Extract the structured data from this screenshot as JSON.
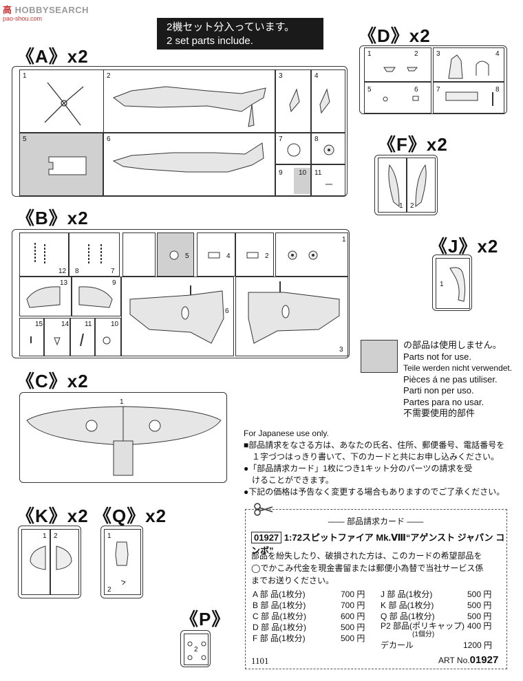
{
  "watermark": {
    "brand_a": "HOBBY",
    "brand_b": "SEARCH",
    "logo_char": "高",
    "url": "pao-shou.com"
  },
  "banner": {
    "line1": "2機セット分入っています。",
    "line2": "2 set parts include."
  },
  "sprues": {
    "A": {
      "title": "《A》x2",
      "numbers": [
        "1",
        "2",
        "3",
        "4",
        "5",
        "6",
        "7",
        "8",
        "9",
        "10",
        "11"
      ]
    },
    "B": {
      "title": "《B》x2",
      "numbers": [
        "12",
        "8",
        "7",
        "5",
        "4",
        "2",
        "1",
        "13",
        "9",
        "6",
        "15",
        "14",
        "11",
        "10",
        "3"
      ]
    },
    "C": {
      "title": "《C》x2",
      "numbers": [
        "1"
      ]
    },
    "D": {
      "title": "《D》x2",
      "numbers": [
        "1",
        "2",
        "3",
        "4",
        "5",
        "6",
        "7",
        "8"
      ]
    },
    "F": {
      "title": "《F》x2",
      "numbers": [
        "1",
        "2"
      ]
    },
    "J": {
      "title": "《J》x2",
      "numbers": [
        "1"
      ]
    },
    "K": {
      "title": "《K》x2",
      "numbers": [
        "1",
        "2"
      ]
    },
    "Q": {
      "title": "《Q》x2",
      "numbers": [
        "1",
        "2"
      ]
    },
    "P": {
      "title": "《P》",
      "numbers": [
        "2"
      ]
    }
  },
  "legend": {
    "lines": [
      "の部品は使用しません。",
      "Parts not for use.",
      "Teile werden nicht verwendet.",
      "Pièces á ne pas utiliser.",
      "Parti non per uso.",
      "Partes para no usar.",
      "不需要使用的部件"
    ]
  },
  "japanese_note": {
    "header": "For Japanese use only.",
    "lines": [
      "■部品請求をなさる方は、あなたの氏名、住所、郵便番号、電話番号を",
      "　１字づつはっきり書いて、下のカードと共にお申し込みください。",
      "●「部品請求カード」1枚につき1キット分のパーツの請求を受",
      "　けることができます。",
      "●下記の価格は予告なく変更する場合もありますのでご了承ください。"
    ]
  },
  "card": {
    "heading": "部品請求カード",
    "code": "01927",
    "product": "1:72スピットファイア Mk.Ⅷ“アゲンスト ジャパン コンボ”",
    "body_lines": [
      "部品を紛失したり、破損された方は、このカードの希望部品を",
      "◯でかこみ代金を現金書留または郵便小為替で当社サービス係",
      "までお送りください。"
    ],
    "left_prices": [
      {
        "label": "A 部 品(1枚分)",
        "price": "700 円"
      },
      {
        "label": "B 部 品(1枚分)",
        "price": "700 円"
      },
      {
        "label": "C 部 品(1枚分)",
        "price": "600 円"
      },
      {
        "label": "D 部 品(1枚分)",
        "price": "500 円"
      },
      {
        "label": "F 部 品(1枚分)",
        "price": "500 円"
      }
    ],
    "right_prices": [
      {
        "label": "J 部 品(1枚分)",
        "price": "500 円"
      },
      {
        "label": "K 部 品(1枚分)",
        "price": "500 円"
      },
      {
        "label": "Q 部 品(1枚分)",
        "price": "500 円"
      },
      {
        "label": "P2 部品(ポリキャップ)",
        "sub": "(1個分)",
        "price": "400 円"
      },
      {
        "label": "デカール",
        "price": "1200 円"
      }
    ],
    "footer_left": "1101",
    "footer_right_prefix": "ART No.",
    "footer_right_code": "01927"
  }
}
